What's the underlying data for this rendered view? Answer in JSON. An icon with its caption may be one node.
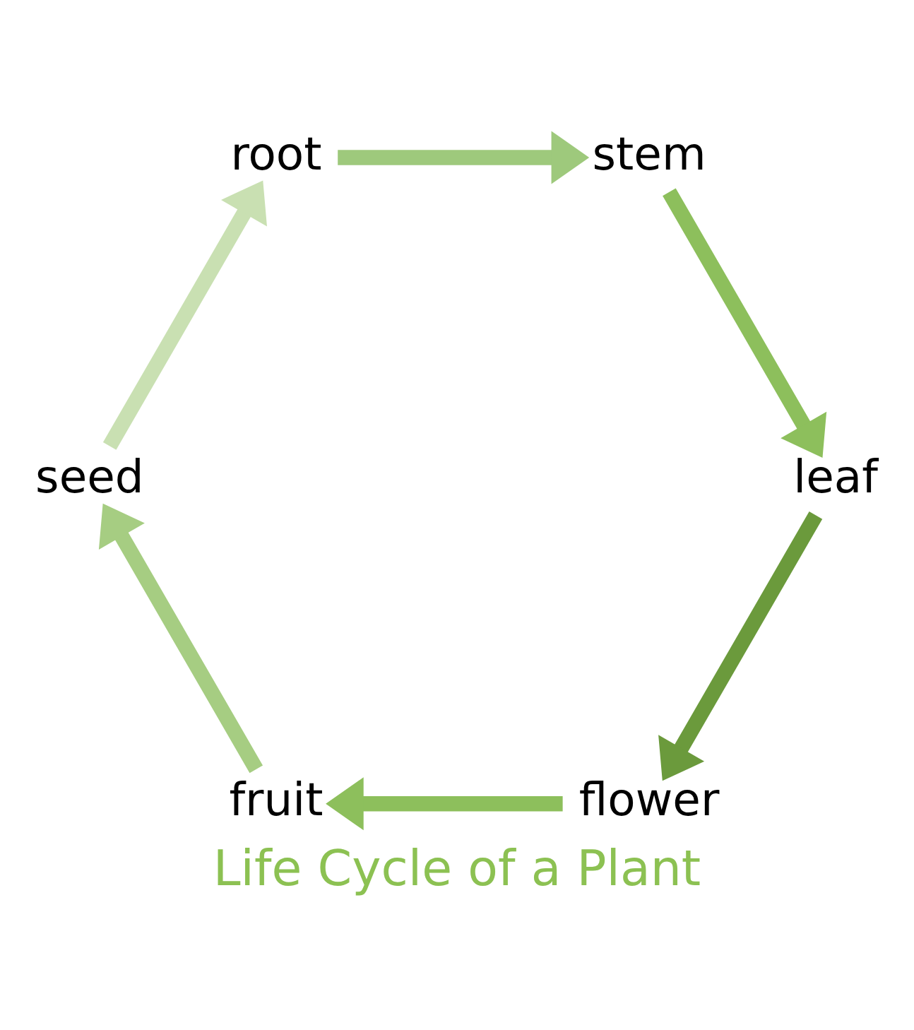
{
  "diagram": {
    "title": "Life Cycle of a Plant",
    "nodes": [
      {
        "text": [
          "flower"
        ]
      },
      {
        "text": [
          "fruit"
        ]
      },
      {
        "text": [
          "seed"
        ]
      },
      {
        "text": [
          "root"
        ]
      },
      {
        "text": [
          "stem"
        ]
      },
      {
        "text": [
          "leaf"
        ]
      }
    ],
    "edges": [
      {
        "from": 0,
        "to": 1,
        "arrow": "to",
        "color": "#8dbf5c"
      },
      {
        "from": 1,
        "to": 2,
        "arrow": "to",
        "color": "#a6cd82"
      },
      {
        "from": 2,
        "to": 3,
        "arrow": "to",
        "color": "#c9e0b2"
      },
      {
        "from": 3,
        "to": 4,
        "arrow": "to",
        "color": "#9ec97c"
      },
      {
        "from": 4,
        "to": 5,
        "arrow": "to",
        "color": "#8dbf5c"
      },
      {
        "from": 5,
        "to": 0,
        "arrow": "to",
        "color": "#6b9a3c"
      }
    ]
  }
}
